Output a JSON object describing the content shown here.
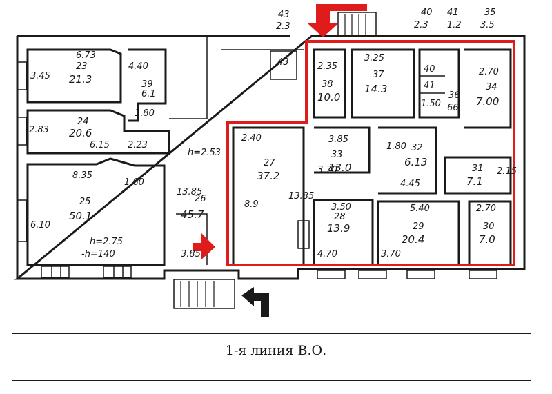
{
  "street": {
    "name": "1-я линия В.О."
  },
  "colors": {
    "highlight": "#e01b1b",
    "ink": "#1a1a1a",
    "background": "#ffffff"
  },
  "labels": {
    "r43top_num": "43",
    "r43top_area": "2.3",
    "r40_num": "40",
    "r40_area": "2.3",
    "r41_num": "41",
    "r41_area": "1.2",
    "r35_num": "35",
    "r35_area": "3.5",
    "r23_dim_top": "6.73",
    "r23_num": "23",
    "r23_area": "21.3",
    "r23_dim_left": "3.45",
    "r23_dim_right": "4.40",
    "r39_num": "39",
    "r39_area": "6.1",
    "r39_dim": "1.80",
    "r43_num": "43",
    "r24_num": "24",
    "r24_area": "20.6",
    "r24_dim_left": "2.83",
    "r24_dim_w1": "6.15",
    "r24_dim_w2": "2.23",
    "r25_dim_top": "8.35",
    "r25_dim_top2": "1.60",
    "r25_num": "25",
    "r25_area": "50.1",
    "r25_dim_left": "6.10",
    "r25_h1": "h=2.75",
    "r25_h2": "-h=140",
    "r26_h": "h=2.53",
    "r26_dim": "13.85",
    "r26_num": "26",
    "r26_area": "45.7",
    "r26_dim_bottom": "3.85",
    "r38_dim": "2.35",
    "r38_num": "38",
    "r38_area": "10.0",
    "r37_dim": "3.25",
    "r37_num": "37",
    "r37_area": "14.3",
    "r40b_num": "40",
    "r41b_num": "41",
    "r41b_dim": "1.50",
    "r36_num": "36",
    "r36_area": "66",
    "r34_dim": "2.70",
    "r34_num": "34",
    "r34_area": "7.00",
    "r27_dim_top": "2.40",
    "r27_num": "27",
    "r27_area": "37.2",
    "r27_dim_left": "8.9",
    "r27_dim_right": "13.85",
    "r33_dim": "3.85",
    "r33_num": "33",
    "r33_area": "13.0",
    "r33_dim_left": "3.70",
    "r32_num": "32",
    "r32_area": "6.13",
    "r32_dim_left": "1.80",
    "r32_dim_bottom": "4.45",
    "r31_num": "31",
    "r31_area": "7.1",
    "r31_dim": "2.15",
    "r28_dim": "3.50",
    "r28_num": "28",
    "r28_area": "13.9",
    "r28_dim_left": "4.70",
    "r29_dim": "5.40",
    "r29_num": "29",
    "r29_area": "20.4",
    "r29_dim_left": "3.70",
    "r30_dim": "2.70",
    "r30_num": "30",
    "r30_area": "7.0"
  }
}
